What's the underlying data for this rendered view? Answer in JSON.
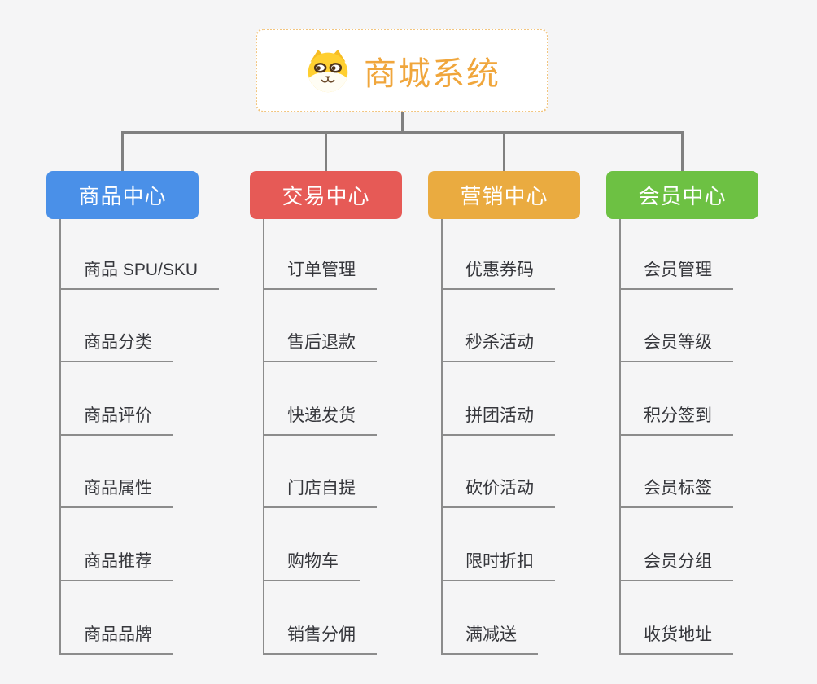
{
  "page": {
    "background": "#F5F5F6",
    "connector_color": "#808080",
    "leaf_line_color": "#8C8C8C"
  },
  "root": {
    "title": "商城系统",
    "icon": "dog-face-icon",
    "text_color": "#F0A63C",
    "border_color": "#F2C57F"
  },
  "branches": [
    {
      "label": "商品中心",
      "color": "#4A90E8",
      "children": [
        "商品 SPU/SKU",
        "商品分类",
        "商品评价",
        "商品属性",
        "商品推荐",
        "商品品牌"
      ]
    },
    {
      "label": "交易中心",
      "color": "#E65A56",
      "children": [
        "订单管理",
        "售后退款",
        "快递发货",
        "门店自提",
        "购物车",
        "销售分佣"
      ]
    },
    {
      "label": "营销中心",
      "color": "#EAAB40",
      "children": [
        "优惠券码",
        "秒杀活动",
        "拼团活动",
        "砍价活动",
        "限时折扣",
        "满减送"
      ]
    },
    {
      "label": "会员中心",
      "color": "#6DC143",
      "children": [
        "会员管理",
        "会员等级",
        "积分签到",
        "会员标签",
        "会员分组",
        "收货地址"
      ]
    }
  ]
}
